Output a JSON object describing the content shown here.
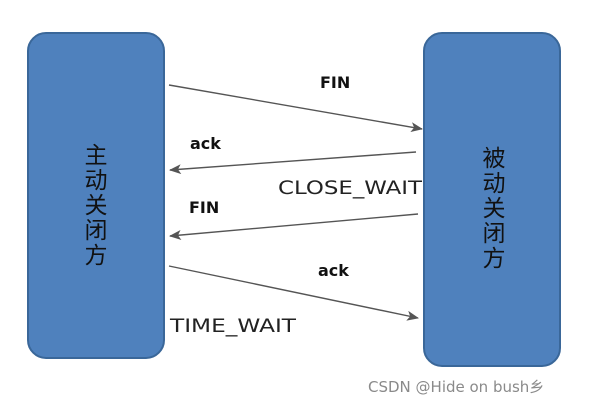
{
  "colors": {
    "box_fill": "#4f81bd",
    "box_stroke": "#3a6799",
    "arrow": "#555555",
    "watermark": "#8a8a8a"
  },
  "left_box": {
    "label_chars": [
      "主",
      "动",
      "关",
      "闭",
      "方"
    ]
  },
  "right_box": {
    "label_chars": [
      "被",
      "动",
      "关",
      "闭",
      "方"
    ]
  },
  "messages": [
    {
      "label": "FIN",
      "direction": "left-to-right"
    },
    {
      "label": "ack",
      "direction": "right-to-left"
    },
    {
      "label": "FIN",
      "direction": "right-to-left"
    },
    {
      "label": "ack",
      "direction": "left-to-right"
    }
  ],
  "states": {
    "close_wait": "CLOSE_WAIT",
    "time_wait": "TIME_WAIT"
  },
  "watermark": "CSDN @Hide on bush乡"
}
